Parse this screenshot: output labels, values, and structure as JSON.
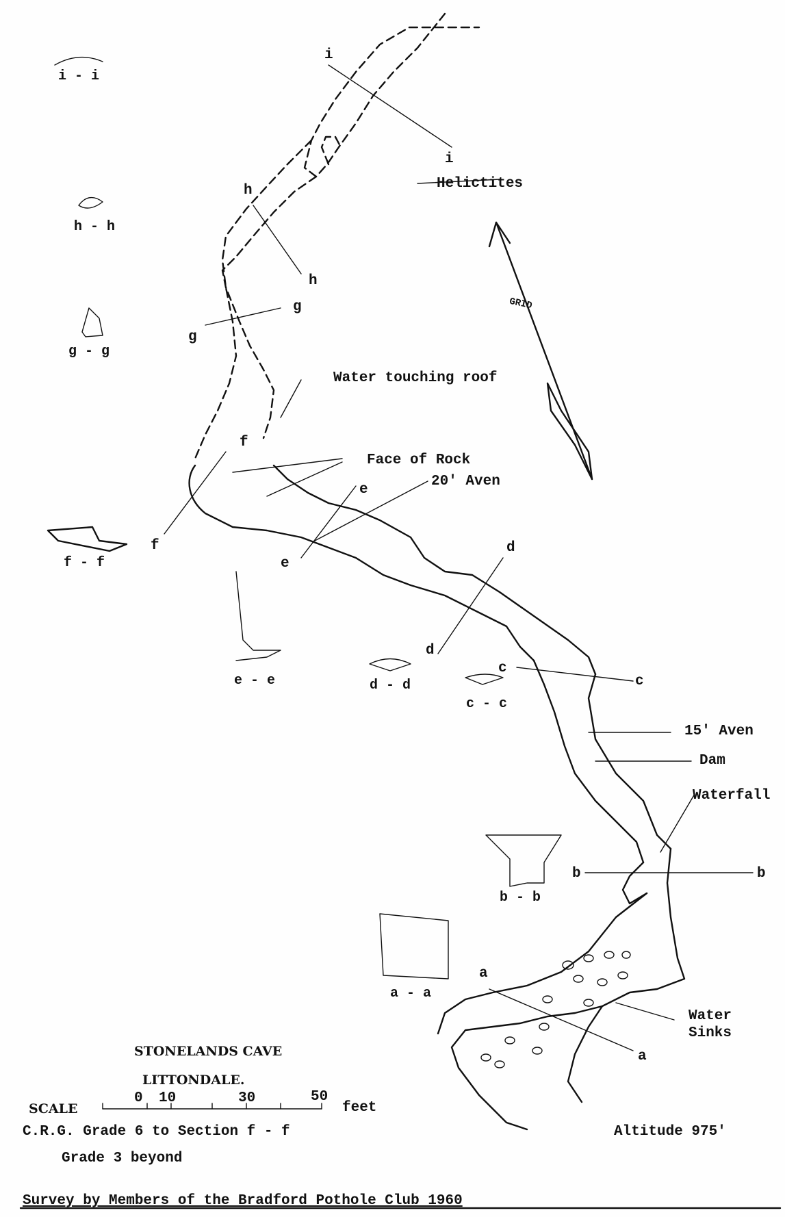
{
  "title": "STONELANDS CAVE",
  "location": "LITTONDALE.",
  "scale": {
    "label": "SCALE",
    "ticks": [
      "0",
      "10",
      "30",
      "50"
    ],
    "unit": "feet"
  },
  "grade": [
    "C.R.G. Grade 6 to Section f - f",
    "Grade 3 beyond"
  ],
  "altitude": "Altitude 975'",
  "credit": "Survey by Members of the Bradford Pothole Club 1960",
  "north_arrow": {
    "label": "GRID"
  },
  "annotations": {
    "helictites": "Helictites",
    "water_touching_roof": "Water touching roof",
    "face_of_rock": "Face of Rock",
    "aven_20": "20' Aven",
    "aven_15": "15' Aven",
    "dam": "Dam",
    "waterfall": "Waterfall",
    "water_sinks": [
      "Water",
      "Sinks"
    ]
  },
  "section_letters": [
    "i",
    "h",
    "g",
    "f",
    "e",
    "d",
    "c",
    "b",
    "a"
  ],
  "cross_sections": [
    "i - i",
    "h - h",
    "g - g",
    "f - f",
    "e - e",
    "d - d",
    "c - c",
    "b - b",
    "a - a"
  ]
}
